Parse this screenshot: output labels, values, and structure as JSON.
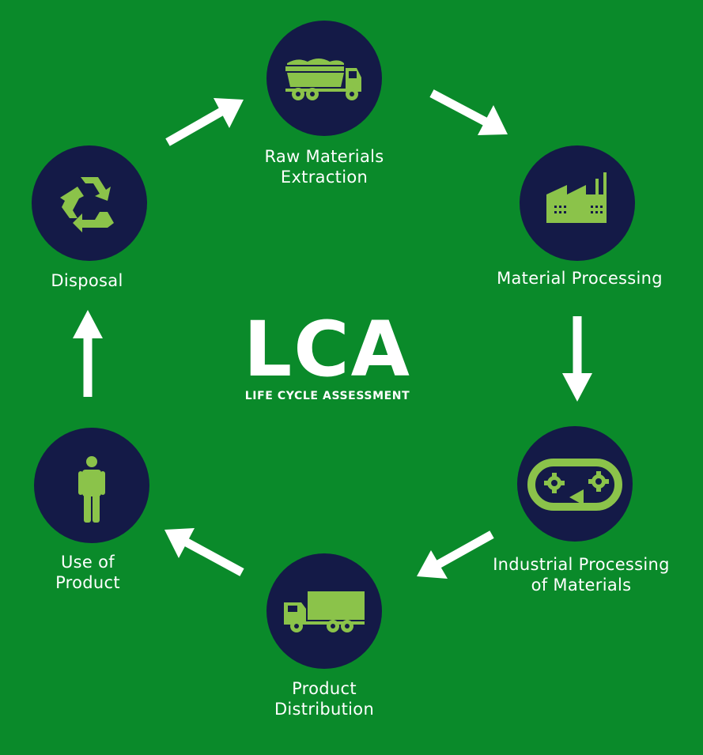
{
  "colors": {
    "background": "#0a8a2a",
    "circle": "#141a47",
    "icon": "#8bc34a",
    "arrow": "#ffffff"
  },
  "center": {
    "title": "LCA",
    "subtitle": "LIFE CYCLE ASSESSMENT"
  },
  "stages": [
    {
      "id": "raw",
      "icon": "dump-truck-icon",
      "label_lines": [
        "Raw Materials",
        "Extraction"
      ]
    },
    {
      "id": "material",
      "icon": "factory-icon",
      "label_lines": [
        "Material Processing"
      ]
    },
    {
      "id": "industrial",
      "icon": "conveyor-belt-icon",
      "label_lines": [
        "Industrial Processing",
        "of Materials"
      ]
    },
    {
      "id": "distribution",
      "icon": "delivery-truck-icon",
      "label_lines": [
        "Product",
        "Distribution"
      ]
    },
    {
      "id": "use",
      "icon": "person-icon",
      "label_lines": [
        "Use of",
        "Product"
      ]
    },
    {
      "id": "disposal",
      "icon": "recycle-icon",
      "label_lines": [
        "Disposal"
      ]
    }
  ]
}
